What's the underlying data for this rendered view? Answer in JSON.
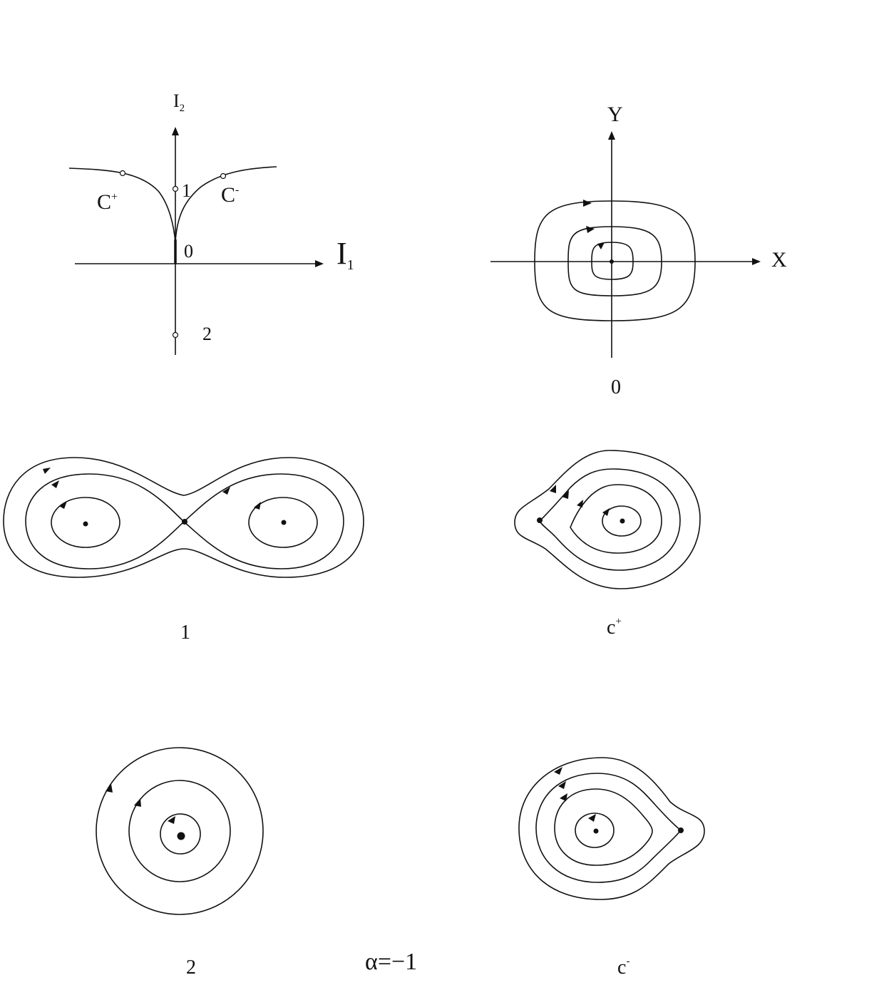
{
  "bifurcation_diagram": {
    "axis_x_label": "I",
    "axis_x_sub": "1",
    "axis_y_label": "I",
    "axis_y_sub": "2",
    "point_labels": {
      "zero": "0",
      "one": "1",
      "two": "2"
    },
    "curve_left_label": "C",
    "curve_left_sup": "+",
    "curve_right_label": "C",
    "curve_right_sup": "-"
  },
  "portrait_0": {
    "axis_x_label": "X",
    "axis_y_label": "Y",
    "caption": "0"
  },
  "portrait_1": {
    "caption": "1"
  },
  "portrait_c_plus": {
    "caption": "c",
    "caption_sup": "+"
  },
  "portrait_2": {
    "caption": "2"
  },
  "portrait_c_minus": {
    "caption": "c",
    "caption_sup": "-"
  },
  "parameter_label": "α=−1",
  "colors": {
    "ink": "#111111",
    "background": "#ffffff"
  }
}
